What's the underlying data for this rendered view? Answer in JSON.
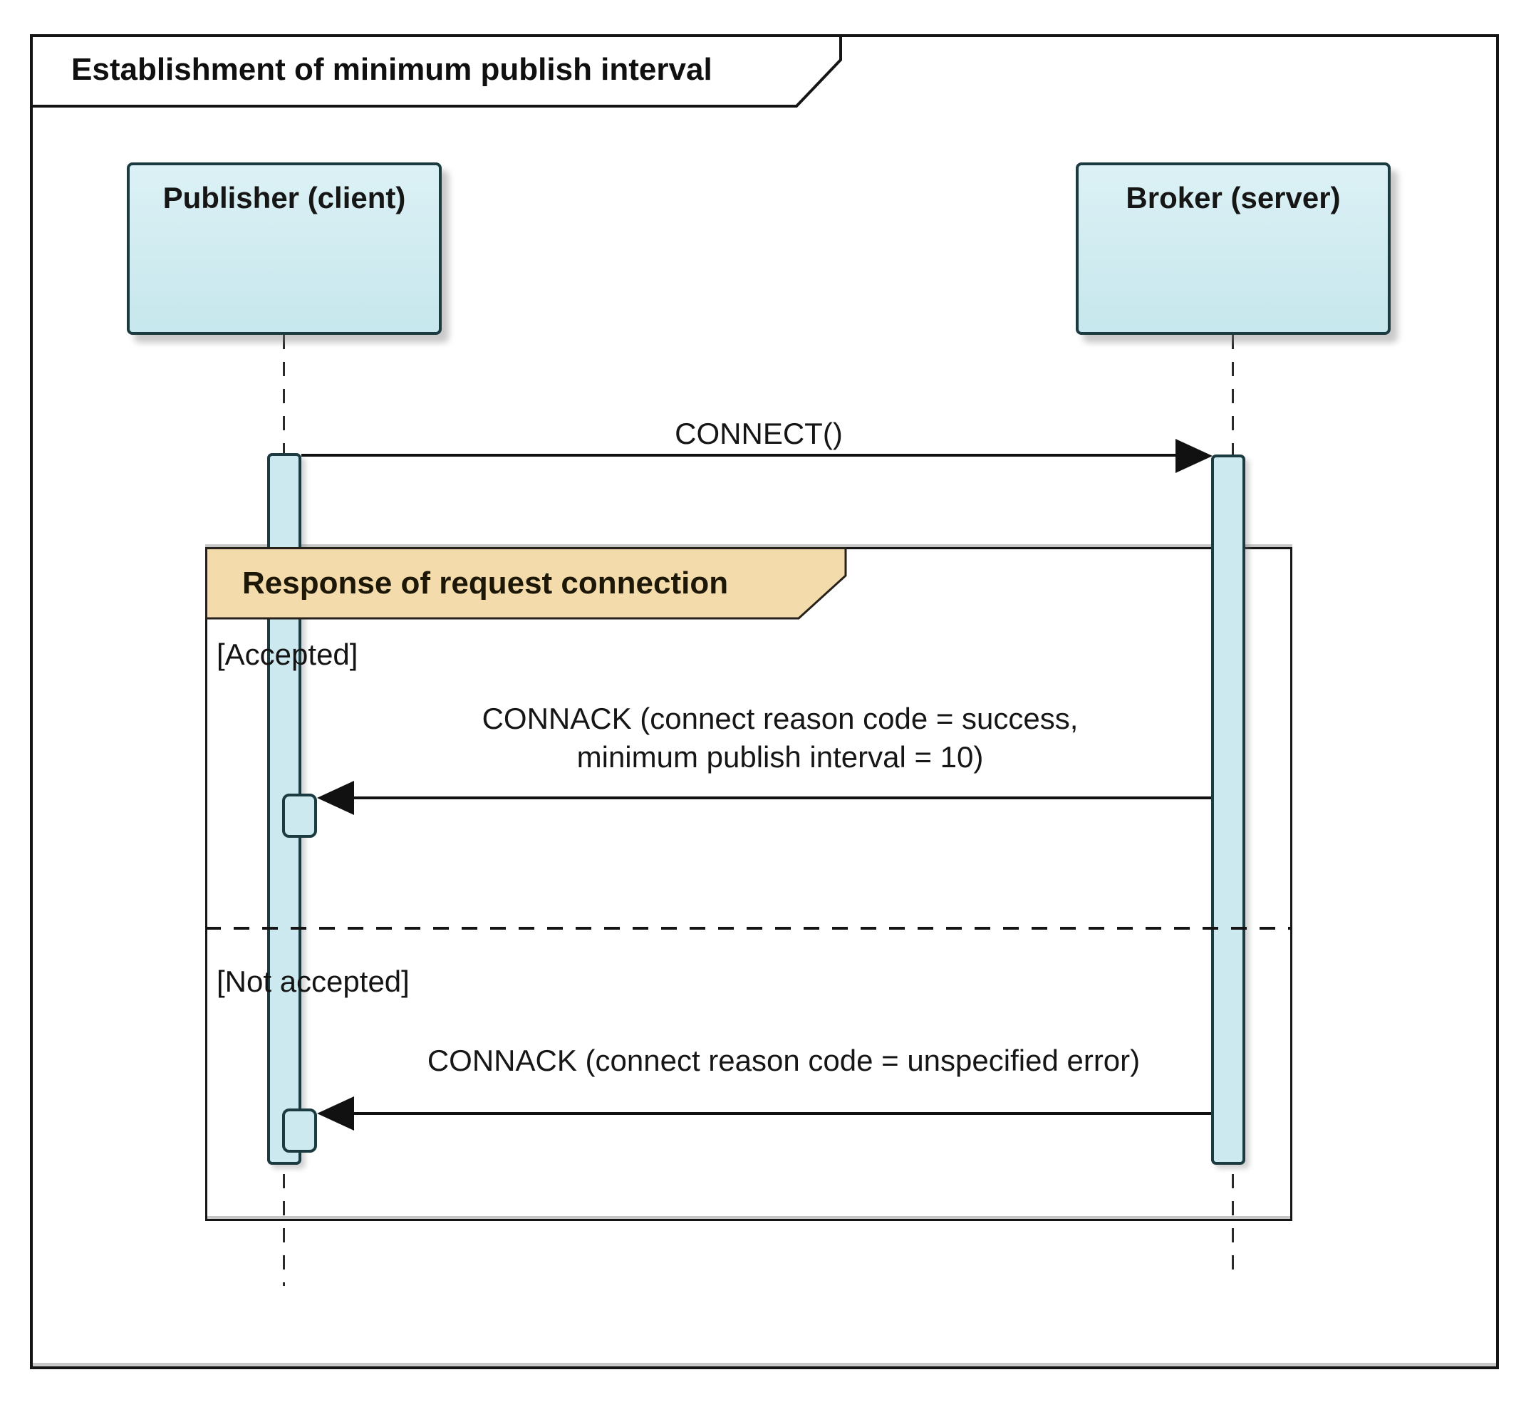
{
  "diagram": {
    "title": "Establishment of minimum publish interval",
    "actors": [
      {
        "name": "Publisher (client)"
      },
      {
        "name": "Broker (server)"
      }
    ],
    "fragment": {
      "label": "Response of request connection",
      "guard_accepted": "[Accepted]",
      "guard_not_accepted": "[Not accepted]"
    },
    "messages": {
      "connect": {
        "label": "CONNECT()"
      },
      "connack_success": {
        "line1": "CONNACK (connect reason code = success,",
        "line2": "minimum publish interval = 10)"
      },
      "connack_error": {
        "label": "CONNACK (connect reason code = unspecified error)"
      }
    },
    "colors": {
      "lifeline_fill": "#cbe9ee",
      "lifeline_border": "#1c3b40",
      "fragment_label_fill": "#f3dbab",
      "line": "#111111",
      "background": "#ffffff"
    }
  }
}
